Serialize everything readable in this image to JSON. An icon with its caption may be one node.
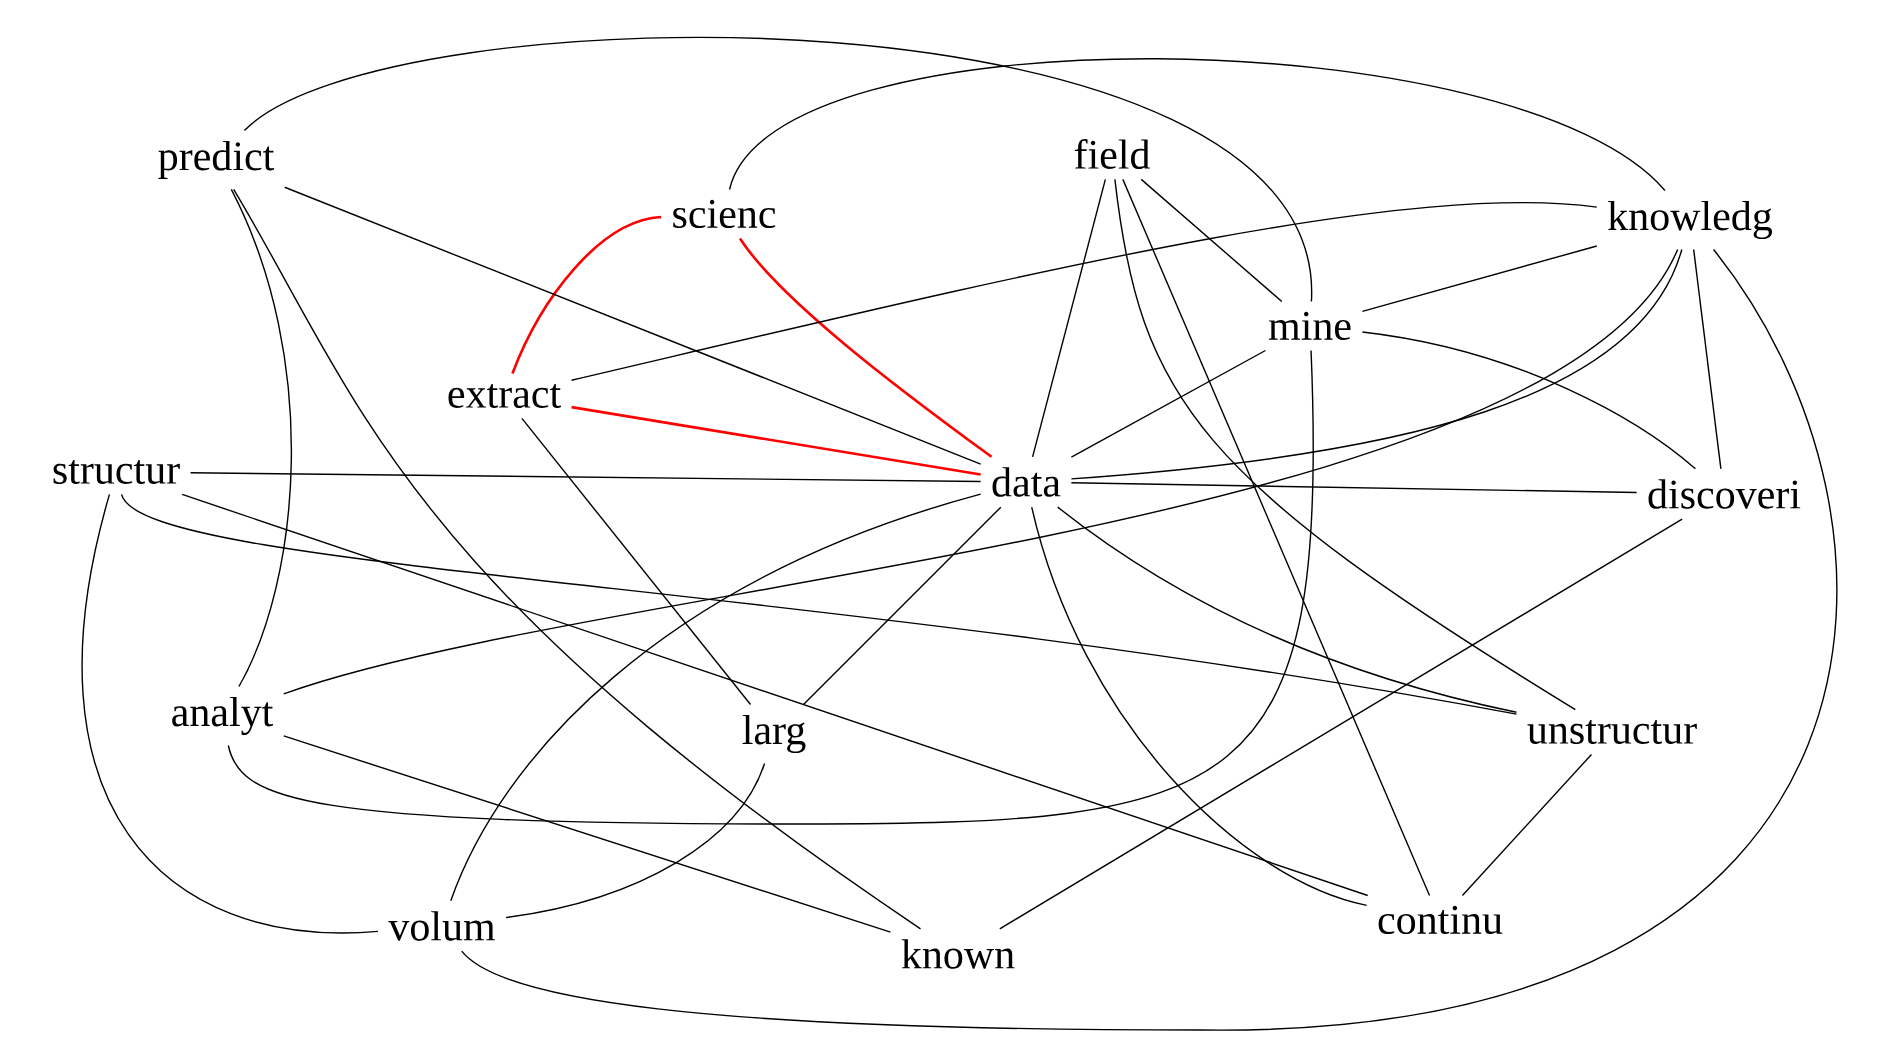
{
  "diagram": {
    "nodes": [
      {
        "text": [
          "predict"
        ]
      },
      {
        "text": [
          "scienc"
        ]
      },
      {
        "text": [
          "field"
        ]
      },
      {
        "text": [
          "knowledg"
        ]
      },
      {
        "text": [
          "mine"
        ]
      },
      {
        "text": [
          "extract"
        ]
      },
      {
        "text": [
          "structur"
        ]
      },
      {
        "text": [
          "data"
        ]
      },
      {
        "text": [
          "discoveri"
        ]
      },
      {
        "text": [
          "analyt"
        ]
      },
      {
        "text": [
          "larg"
        ]
      },
      {
        "text": [
          "unstructur"
        ]
      },
      {
        "text": [
          "volum"
        ]
      },
      {
        "text": [
          "known"
        ]
      },
      {
        "text": [
          "continu"
        ]
      }
    ],
    "edges": [
      {
        "from": 1,
        "to": 5,
        "arrow": "none",
        "color": "#ff0000"
      },
      {
        "from": 1,
        "to": 7,
        "arrow": "none",
        "color": "#ff0000"
      },
      {
        "from": 5,
        "to": 7,
        "arrow": "none",
        "color": "#ff0000"
      },
      {
        "from": 0,
        "to": 7,
        "arrow": "none"
      },
      {
        "from": 0,
        "to": 13,
        "arrow": "none"
      },
      {
        "from": 0,
        "to": 9,
        "arrow": "none"
      },
      {
        "from": 0,
        "to": 4,
        "arrow": "none"
      },
      {
        "from": 1,
        "to": 3,
        "arrow": "none"
      },
      {
        "from": 5,
        "to": 3,
        "arrow": "none"
      },
      {
        "from": 5,
        "to": 10,
        "arrow": "none"
      },
      {
        "from": 2,
        "to": 7,
        "arrow": "none"
      },
      {
        "from": 2,
        "to": 4,
        "arrow": "none"
      },
      {
        "from": 2,
        "to": 11,
        "arrow": "none"
      },
      {
        "from": 2,
        "to": 14,
        "arrow": "none"
      },
      {
        "from": 3,
        "to": 4,
        "arrow": "none"
      },
      {
        "from": 3,
        "to": 7,
        "arrow": "none"
      },
      {
        "from": 3,
        "to": 9,
        "arrow": "none"
      },
      {
        "from": 3,
        "to": 8,
        "arrow": "none"
      },
      {
        "from": 3,
        "to": 12,
        "arrow": "none"
      },
      {
        "from": 4,
        "to": 7,
        "arrow": "none"
      },
      {
        "from": 4,
        "to": 8,
        "arrow": "none"
      },
      {
        "from": 4,
        "to": 9,
        "arrow": "none"
      },
      {
        "from": 7,
        "to": 8,
        "arrow": "none"
      },
      {
        "from": 7,
        "to": 6,
        "arrow": "none"
      },
      {
        "from": 7,
        "to": 10,
        "arrow": "none"
      },
      {
        "from": 7,
        "to": 12,
        "arrow": "none"
      },
      {
        "from": 7,
        "to": 14,
        "arrow": "none"
      },
      {
        "from": 7,
        "to": 11,
        "arrow": "none"
      },
      {
        "from": 6,
        "to": 14,
        "arrow": "none"
      },
      {
        "from": 6,
        "to": 11,
        "arrow": "none"
      },
      {
        "from": 6,
        "to": 12,
        "arrow": "none"
      },
      {
        "from": 9,
        "to": 13,
        "arrow": "none"
      },
      {
        "from": 10,
        "to": 12,
        "arrow": "none"
      },
      {
        "from": 11,
        "to": 14,
        "arrow": "none"
      },
      {
        "from": 8,
        "to": 13,
        "arrow": "none"
      }
    ]
  }
}
